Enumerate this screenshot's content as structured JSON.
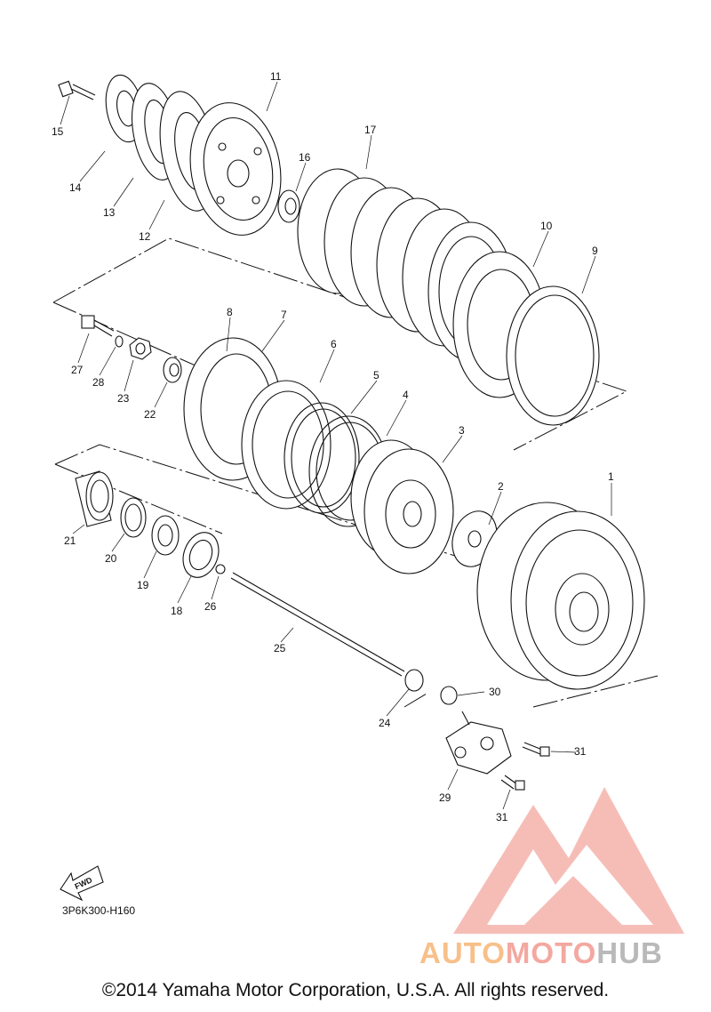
{
  "labels": {
    "p1": "1",
    "p2": "2",
    "p3": "3",
    "p4": "4",
    "p5": "5",
    "p6": "6",
    "p7": "7",
    "p8": "8",
    "p9": "9",
    "p10": "10",
    "p11": "11",
    "p12": "12",
    "p13": "13",
    "p14": "14",
    "p15": "15",
    "p16": "16",
    "p17": "17",
    "p18": "18",
    "p19": "19",
    "p20": "20",
    "p21": "21",
    "p22": "22",
    "p23": "23",
    "p24": "24",
    "p25": "25",
    "p26": "26",
    "p27": "27",
    "p28": "28",
    "p29": "29",
    "p30": "30",
    "p31a": "31",
    "p31b": "31"
  },
  "fwd_label": "FWD",
  "diagram_code": "3P6K300-H160",
  "copyright": "©2014 Yamaha Motor Corporation, U.S.A. All rights reserved.",
  "watermark": {
    "part1": "AUTO",
    "part2": "MOTO",
    "part3": "HUB"
  },
  "colors": {
    "watermark_orange": "#f7c08a",
    "watermark_red": "#f3a8a0",
    "watermark_gray": "#b9b9b9"
  }
}
